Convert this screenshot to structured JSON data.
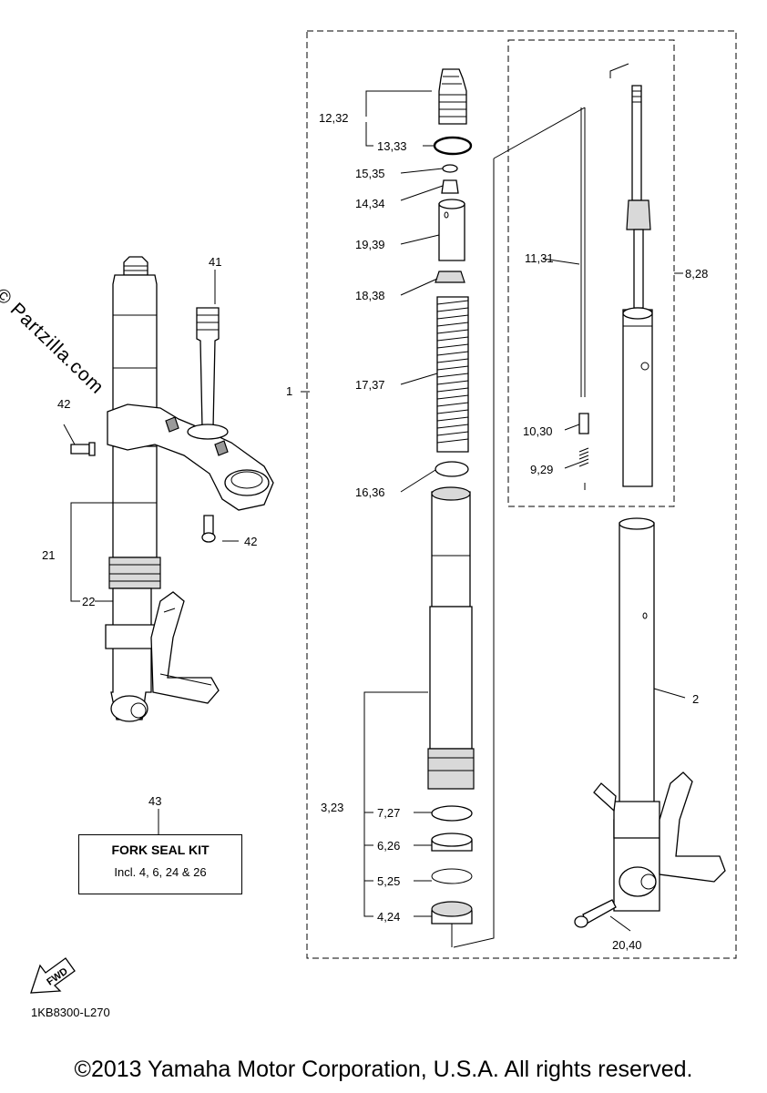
{
  "watermark": "© Partzilla.com",
  "copyright": "©2013 Yamaha Motor Corporation, U.S.A. All rights reserved.",
  "diagram_code": "1KB8300-L270",
  "fwd_arrow": "FWD",
  "kit": {
    "ref": "43",
    "title": "FORK SEAL KIT",
    "note": "Incl. 4, 6, 24 & 26"
  },
  "callouts": {
    "c1": "1",
    "c2": "2",
    "c3": "3,23",
    "c4": "4,24",
    "c5": "5,25",
    "c6": "6,26",
    "c7": "7,27",
    "c8": "8,28",
    "c9": "9,29",
    "c10": "10,30",
    "c11": "11,31",
    "c12": "12,32",
    "c13": "13,33",
    "c14": "14,34",
    "c15": "15,35",
    "c16": "16,36",
    "c17": "17,37",
    "c18": "18,38",
    "c19": "19,39",
    "c20": "20,40",
    "c21": "21",
    "c22": "22",
    "c41": "41",
    "c42a": "42",
    "c42b": "42"
  }
}
